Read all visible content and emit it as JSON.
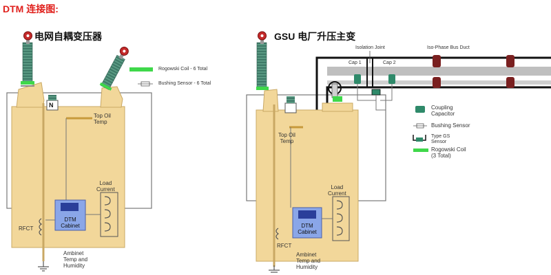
{
  "title": "DTM 连接图:",
  "left": {
    "heading": "电网自耦变压器",
    "legend_rogowski": "Rogowski Coil - 6 Total",
    "legend_bushing": "Bushing Sensor - 6 Total",
    "neutral": "N",
    "top_oil": "Top Oil\nTemp",
    "load_current": "Load\nCurrent",
    "dtm": "DTM\nCabinet",
    "rfct": "RFCT",
    "ambient": "Ambinet\nTemp and\nHumidity"
  },
  "right": {
    "heading": "GSU 电厂升压主变",
    "isolation_joint": "Isolation Joint",
    "bus_duct": "Iso-Phase Bus Duct",
    "cap1": "Cap 1",
    "cap2": "Cap 2",
    "top_oil": "Top Oil\nTemp",
    "load_current": "Load\nCurrent",
    "dtm": "DTM\nCabinet",
    "rfct": "RFCT",
    "ambient": "Ambinet\nTemp and\nHumidity",
    "legend_coupling": "Coupling\nCapacitor",
    "legend_bushing": "Bushing Sensor",
    "legend_gs": "Type GS\nSensor",
    "legend_rogowski": "Rogowski Coil\n(3 Total)"
  },
  "colors": {
    "tank": "#f2d79a",
    "tank_edge": "#c9a864",
    "insulator": "#3f7a68",
    "cap_red": "#c42a2a",
    "rogowski": "#3fd84a",
    "coupling": "#2f8a6a",
    "dtm": "#8aa6e8",
    "dtm_screen": "#2a3f9a",
    "title_red": "#e0201c",
    "bus": "#bfbfbf"
  }
}
